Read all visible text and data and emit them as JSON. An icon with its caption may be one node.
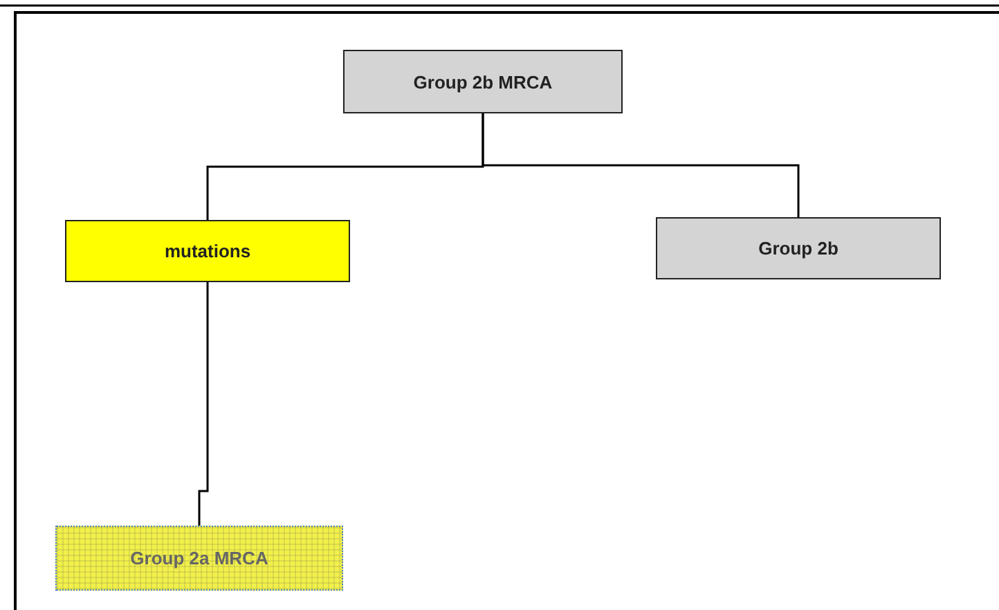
{
  "diagram": {
    "nodes": [
      {
        "text": [
          "Group 2b MRCA"
        ]
      },
      {
        "text": [
          "mutations"
        ]
      },
      {
        "text": [
          "Group 2b"
        ]
      },
      {
        "text": [
          "Group 2a MRCA"
        ]
      }
    ],
    "edges": [
      {
        "from": 0,
        "to": 1,
        "arrow": "none"
      },
      {
        "from": 0,
        "to": 2,
        "arrow": "none"
      },
      {
        "from": 1,
        "to": 3,
        "arrow": "none"
      }
    ]
  }
}
